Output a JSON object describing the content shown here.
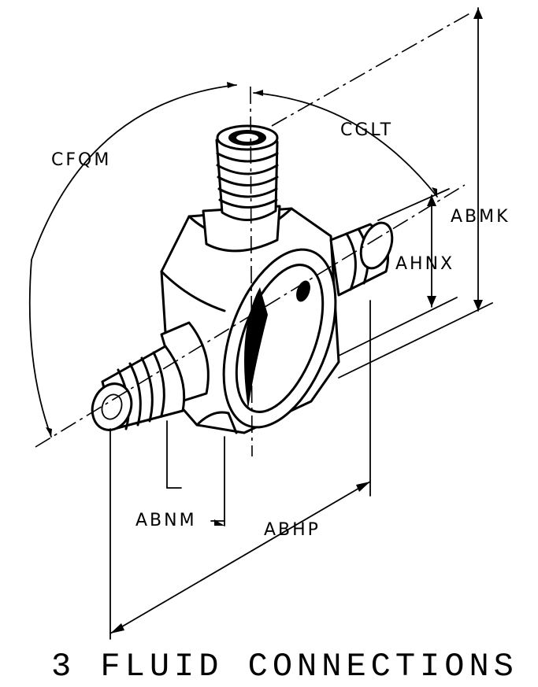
{
  "dimensions": {
    "cfqm": "CFQM",
    "cglt": "CGLT",
    "abmk": "ABMK",
    "ahnx": "AHNX",
    "abnm": "ABNM",
    "abhp": "ABHP"
  },
  "caption": "3 FLUID CONNECTIONS"
}
